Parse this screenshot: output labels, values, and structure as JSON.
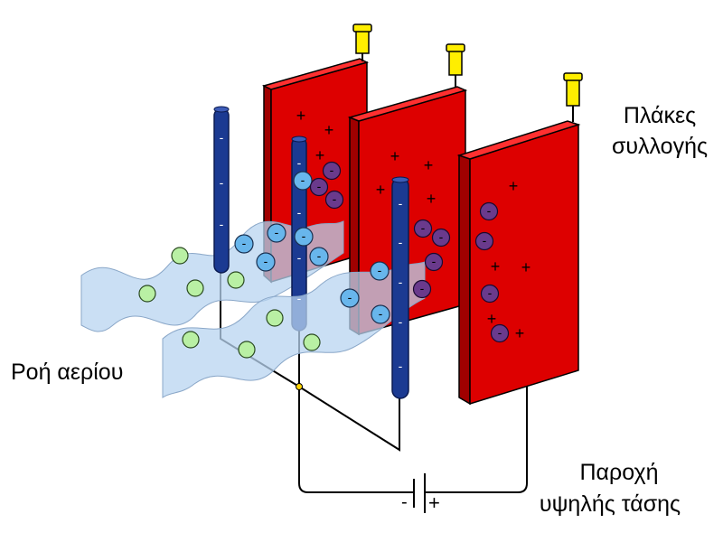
{
  "labels": {
    "plates": [
      "Πλάκες",
      "συλλογής"
    ],
    "gas_flow": "Ροή αερίου",
    "supply": [
      "Παροχή",
      "υψηλής τάσης"
    ]
  },
  "symbols": {
    "plus": "+",
    "minus": "-"
  },
  "battery": {
    "negative": "-",
    "positive": "+"
  },
  "colors": {
    "plate": "#dd0000",
    "plate_edge": "#a00000",
    "electrode": "#1b3a92",
    "neutral_particle": "#b9f0a4",
    "negative_ion": "#68b6ec",
    "collected_ion": "#6a3a8c",
    "insulator": "#ffee00",
    "gas_flow": "#b8d4f0"
  }
}
